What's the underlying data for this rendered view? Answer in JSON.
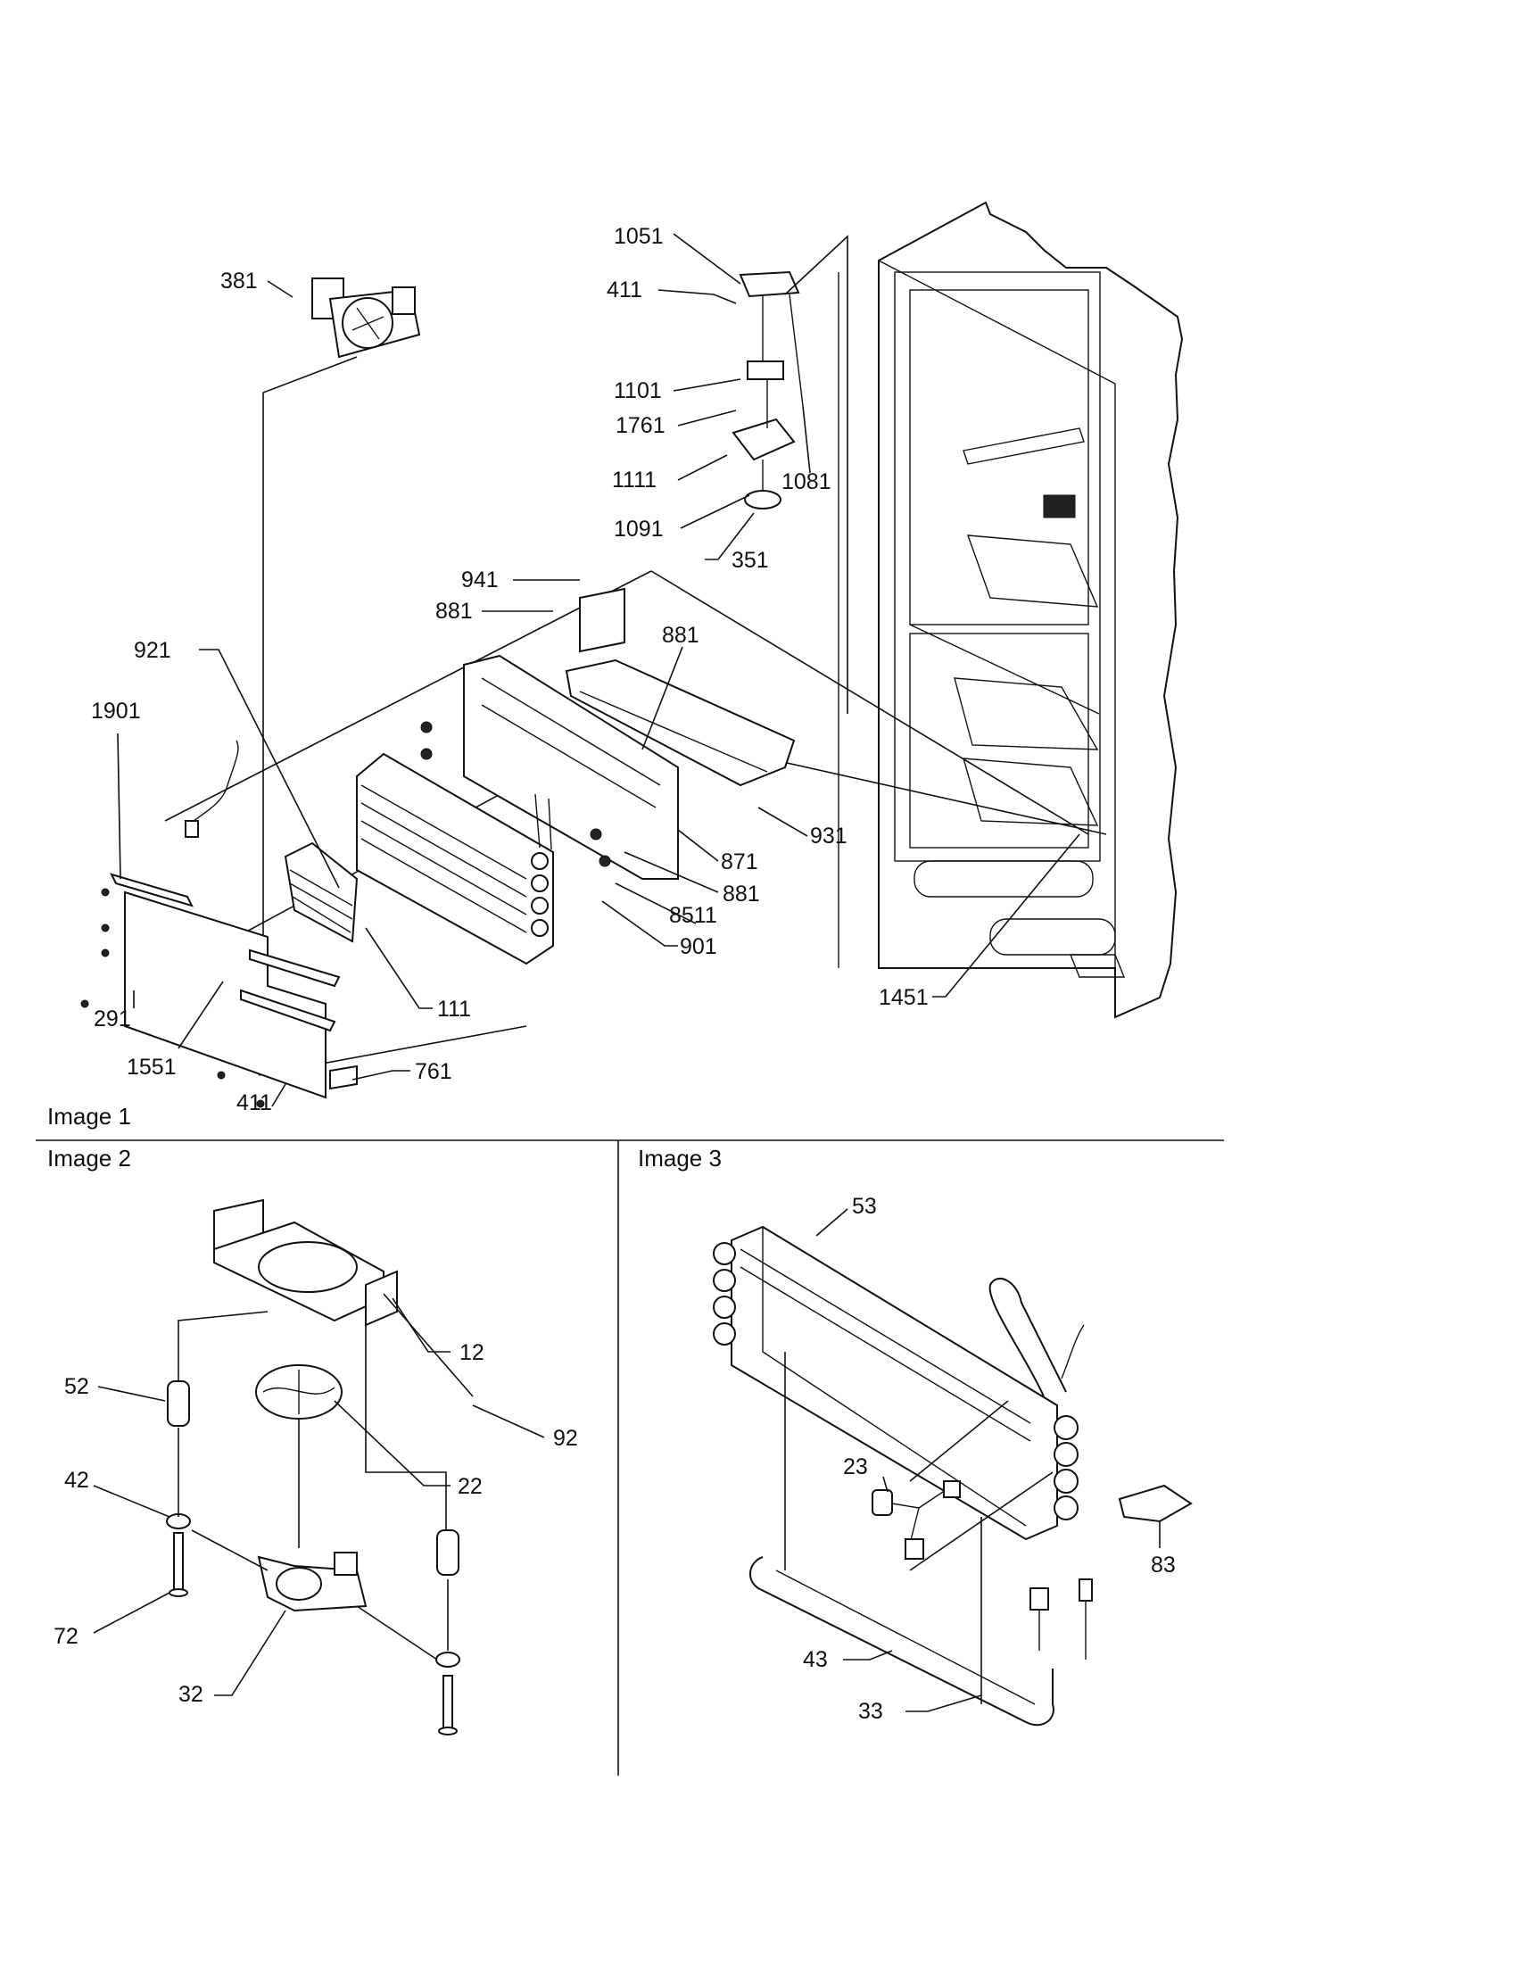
{
  "sections": {
    "image1": "Image 1",
    "image2": "Image 2",
    "image3": "Image 3"
  },
  "callouts_image1": {
    "c381": "381",
    "c1051": "1051",
    "c411_top": "411",
    "c1101": "1101",
    "c1761": "1761",
    "c1081": "1081",
    "c1111": "1111",
    "c1091": "1091",
    "c351": "351",
    "c941": "941",
    "c881_a": "881",
    "c881_b": "881",
    "c921": "921",
    "c1901": "1901",
    "c871": "871",
    "c931": "931",
    "c881_c": "881",
    "c8511": "8511",
    "c901": "901",
    "c111": "111",
    "c291": "291",
    "c1551": "1551",
    "c761": "761",
    "c411_bottom": "411",
    "c1451": "1451"
  },
  "callouts_image2": {
    "c12": "12",
    "c52": "52",
    "c92": "92",
    "c22": "22",
    "c42": "42",
    "c72": "72",
    "c32": "32"
  },
  "callouts_image3": {
    "c53": "53",
    "c23": "23",
    "c83": "83",
    "c43": "43",
    "c33": "33"
  }
}
